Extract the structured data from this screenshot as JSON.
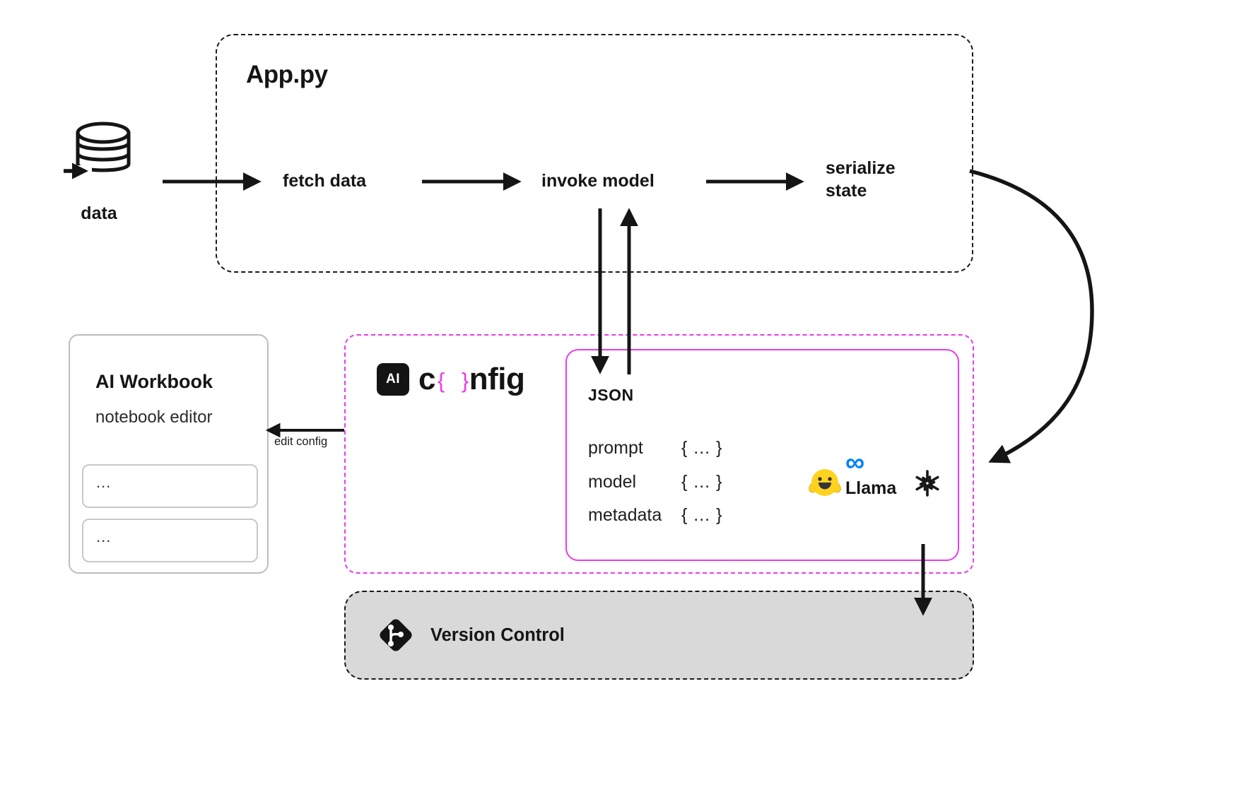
{
  "colors": {
    "ink": "#151515",
    "magenta": "#EA3BEA",
    "meta_blue": "#0081FB",
    "hugging_face_yellow": "#FFD21E",
    "version_control_fill": "#D9D9D9"
  },
  "icons": {
    "database": "database-icon",
    "git": "git-icon",
    "hugging_face": "hugging-face-icon",
    "meta": "meta-icon",
    "openai": "openai-icon"
  },
  "data_source": {
    "label": "data"
  },
  "app": {
    "title": "App.py",
    "steps": [
      {
        "label": "fetch data"
      },
      {
        "label": "invoke model"
      },
      {
        "label": "serialize state"
      }
    ]
  },
  "workbook": {
    "title": "AI Workbook",
    "subtitle": "notebook editor",
    "cells": [
      {
        "label": "..."
      },
      {
        "label": "..."
      }
    ]
  },
  "edit_config_label": "edit config",
  "aiconfig": {
    "badge": "AI",
    "word_start": "c",
    "brace_open": "{",
    "brace_close": "}",
    "word_end": "nfig"
  },
  "json_card": {
    "title": "JSON",
    "fields": [
      {
        "key": "prompt",
        "value": "{ ... }"
      },
      {
        "key": "model",
        "value": "{ ... }"
      },
      {
        "key": "metadata",
        "value": "{ ... }"
      }
    ],
    "providers": {
      "meta_glyph": "∞",
      "llama_label": "Llama"
    }
  },
  "version_control": {
    "label": "Version Control"
  }
}
